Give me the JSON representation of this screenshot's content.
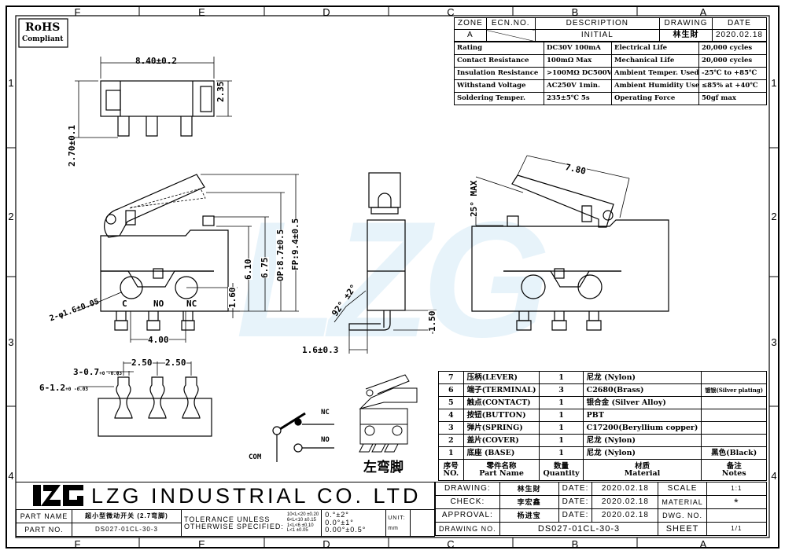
{
  "frame": {
    "columns": [
      "F",
      "E",
      "D",
      "C",
      "B",
      "A"
    ],
    "rows": [
      "1",
      "2",
      "3",
      "4"
    ]
  },
  "rohs": {
    "title": "RoHS",
    "subtitle": "Compliant"
  },
  "watermark": {
    "text": "LZG"
  },
  "revision": {
    "headers": [
      "ZONE",
      "ECN.NO.",
      "DESCRIPTION",
      "DRAWING",
      "DATE"
    ],
    "row": [
      "A",
      "",
      "INITIAL",
      "林生財",
      "2020.02.18"
    ]
  },
  "specs": [
    [
      "Rating",
      "DC30V 100mA",
      "Electrical Life",
      "20,000 cycles"
    ],
    [
      "Contact Resistance",
      "100mΩ Max",
      "Mechanical Life",
      "20,000 cycles"
    ],
    [
      "Insulation Resistance",
      ">100MΩ DC500V",
      "Ambient Temper. Used",
      "-25℃ to +85℃"
    ],
    [
      "Withstand Voltage",
      "AC250V  1min.",
      "Ambient Humidity Used",
      "≤85% at +40℃"
    ],
    [
      "Soldering Temper.",
      "235±5℃ 5s",
      "Operating Force",
      "50gf max"
    ]
  ],
  "dims": {
    "top_width": "8.40±0.2",
    "top_height": "2.35",
    "pin_len": "2.70±0.1",
    "hole": "2-φ1.6±0.05",
    "pin_c": "C",
    "pin_no": "NO",
    "pin_nc": "NC",
    "pitch": "4.00",
    "h160": "1.60",
    "h610": "6.10",
    "h675": "6.75",
    "op": "OP:8.7±0.5",
    "fp": "FP:9.4±0.5",
    "angle": "92°  ±2°",
    "h150": "1.50",
    "offset": "1.6±0.3",
    "lever": "7.80",
    "lever_angle": "25° MAX",
    "pitch1": "2.50",
    "pitch2": "2.50",
    "pin_w": "3-0.7",
    "pin_w_tol": "+0 -0.03",
    "pin_w2": "6-1.2",
    "pin_w2_tol": "+0 -0.03"
  },
  "schematic": {
    "nc": "NC",
    "no": "NO",
    "com": "COM"
  },
  "iso_label": "左弯脚",
  "bom": {
    "rows": [
      [
        "7",
        "压柄(LEVER)",
        "1",
        "尼龙 (Nylon)",
        ""
      ],
      [
        "6",
        "端子(TERMINAL)",
        "3",
        "C2680(Brass)",
        "镀银(Silver plating)"
      ],
      [
        "5",
        "触点(CONTACT)",
        "1",
        "银合金 (Silver Alloy)",
        ""
      ],
      [
        "4",
        "按钮(BUTTON)",
        "1",
        "PBT",
        ""
      ],
      [
        "3",
        "弹片(SPRING)",
        "1",
        "C17200(Beryllium copper)",
        ""
      ],
      [
        "2",
        "盖片(COVER)",
        "1",
        "尼龙 (Nylon)",
        ""
      ],
      [
        "1",
        "底座 (BASE)",
        "1",
        "尼龙 (Nylon)",
        "黑色(Black)"
      ]
    ],
    "headers_cn": [
      "序号",
      "零件名称",
      "数量",
      "材质",
      "备注"
    ],
    "headers_en": [
      "NO.",
      "Part Name",
      "Quantity",
      "Material",
      "Notes"
    ]
  },
  "title_block": {
    "logo": "LZG",
    "company": "LZG INDUSTRIAL CO. LTD",
    "part_name_label": "PART NAME",
    "part_name": "超小型微动开关 (2.7弯脚)",
    "part_no_label": "PART NO.",
    "part_no": "DS027-01CL-30-3",
    "tol_line1": "TOLERANCE UNLESS",
    "tol_line2": "OTHERWISE SPECIFIED:",
    "tol_ranges": [
      "10<L<20",
      "6<L<10",
      "1<L<6",
      "L<1"
    ],
    "tol_values": [
      "±0.20",
      "±0.15",
      "±0.10",
      "±0.05"
    ],
    "angles": [
      "0.°±2°",
      "0.0°±1°",
      "0.00°±0.5°"
    ],
    "unit_label": "UNIT:",
    "unit": "mm",
    "drawing_label": "DRAWING:",
    "drawing_name": "林生財",
    "check_label": "CHECK:",
    "check_name": "李宏鑫",
    "approval_label": "APPROVAL:",
    "approval_name": "杨进宝",
    "date_label": "DATE:",
    "date1": "2020.02.18",
    "date2": "2020.02.18",
    "date3": "2020.02.18",
    "scale_label": "SCALE",
    "scale": "1:1",
    "material_label": "MATERIAL",
    "material": "*",
    "dwg_label": "DWG. NO.",
    "dwg": "",
    "drawing_no_label": "DRAWING NO.",
    "drawing_no": "DS027-01CL-30-3",
    "sheet_label": "SHEET",
    "sheet": "1/1"
  }
}
